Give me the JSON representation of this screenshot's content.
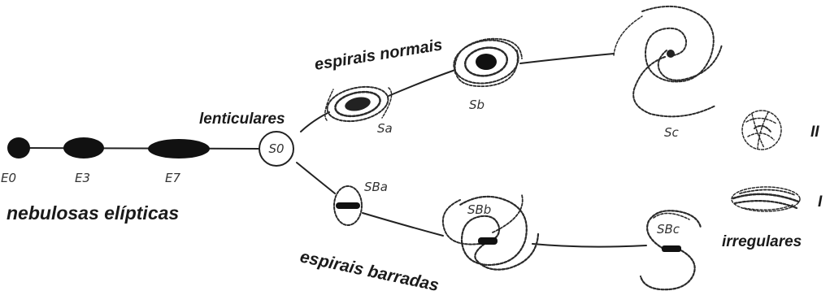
{
  "elliptical": {
    "labels": [
      "E0",
      "E3",
      "E7"
    ],
    "caption": "nebulosas elípticas"
  },
  "lenticular": {
    "label": "S0",
    "caption": "lenticulares"
  },
  "normal_spirals": {
    "labels": [
      "Sa",
      "Sb",
      "Sc"
    ],
    "caption": "espirais normais"
  },
  "barred_spirals": {
    "labels": [
      "SBa",
      "SBb",
      "SBc"
    ],
    "caption": "espirais barradas"
  },
  "irregulars": {
    "labels": [
      "II",
      "I"
    ],
    "caption": "irregulares"
  }
}
